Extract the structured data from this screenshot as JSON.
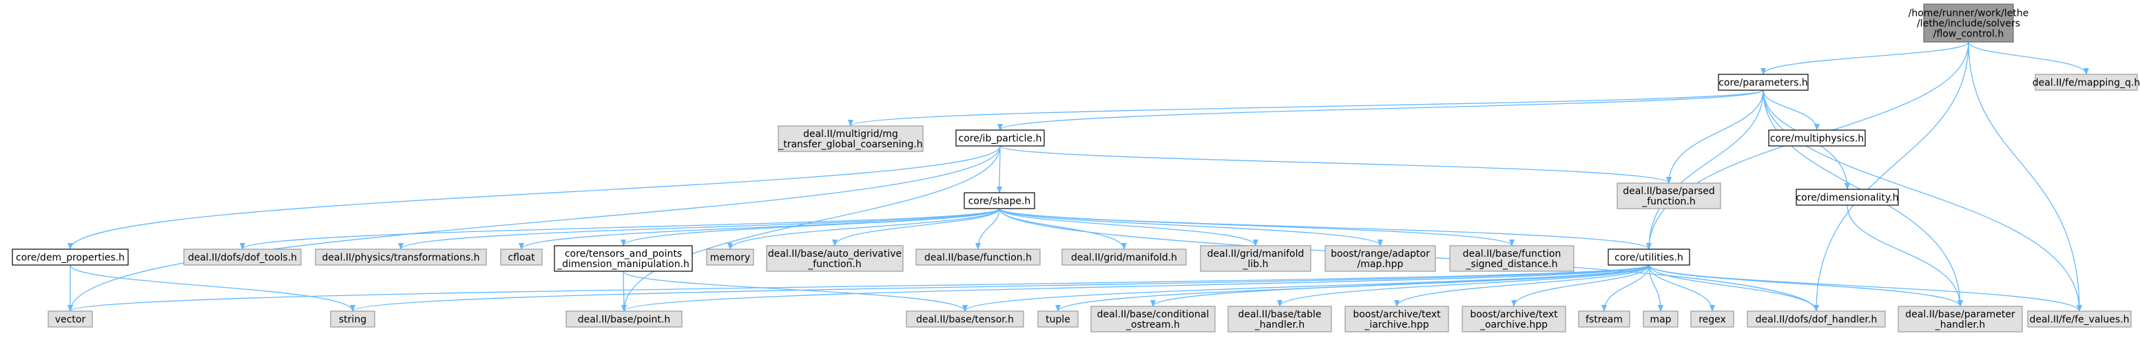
{
  "diagram": {
    "colors": {
      "edge": "#63b8ff",
      "root_fill": "#999999",
      "local_fill": "#ffffff",
      "external_fill": "#e0e0e0"
    },
    "nodes": [
      {
        "id": "root",
        "kind": "root",
        "lines": [
          "/home/runner/work/lethe",
          "/lethe/include/solvers",
          "/flow_control.h"
        ]
      },
      {
        "id": "parameters",
        "kind": "local",
        "lines": [
          "core/parameters.h"
        ]
      },
      {
        "id": "mapping_q",
        "kind": "ext",
        "lines": [
          "deal.II/fe/mapping_q.h"
        ]
      },
      {
        "id": "mg_transfer",
        "kind": "ext",
        "lines": [
          "deal.II/multigrid/mg",
          "_transfer_global_coarsening.h"
        ]
      },
      {
        "id": "ib_particle",
        "kind": "local",
        "lines": [
          "core/ib_particle.h"
        ]
      },
      {
        "id": "multiphysics",
        "kind": "local",
        "lines": [
          "core/multiphysics.h"
        ]
      },
      {
        "id": "parsed_function",
        "kind": "ext",
        "lines": [
          "deal.II/base/parsed",
          "_function.h"
        ]
      },
      {
        "id": "dimensionality",
        "kind": "local",
        "lines": [
          "core/dimensionality.h"
        ]
      },
      {
        "id": "shape",
        "kind": "local",
        "lines": [
          "core/shape.h"
        ]
      },
      {
        "id": "dem_properties",
        "kind": "local",
        "lines": [
          "core/dem_properties.h"
        ]
      },
      {
        "id": "dof_tools",
        "kind": "ext",
        "lines": [
          "deal.II/dofs/dof_tools.h"
        ]
      },
      {
        "id": "transformations",
        "kind": "ext",
        "lines": [
          "deal.II/physics/transformations.h"
        ]
      },
      {
        "id": "cfloat",
        "kind": "ext",
        "lines": [
          "cfloat"
        ]
      },
      {
        "id": "tensors_points",
        "kind": "local",
        "lines": [
          "core/tensors_and_points",
          "_dimension_manipulation.h"
        ]
      },
      {
        "id": "memory",
        "kind": "ext",
        "lines": [
          "memory"
        ]
      },
      {
        "id": "auto_derivative",
        "kind": "ext",
        "lines": [
          "deal.II/base/auto_derivative",
          "_function.h"
        ]
      },
      {
        "id": "function",
        "kind": "ext",
        "lines": [
          "deal.II/base/function.h"
        ]
      },
      {
        "id": "manifold",
        "kind": "ext",
        "lines": [
          "deal.II/grid/manifold.h"
        ]
      },
      {
        "id": "manifold_lib",
        "kind": "ext",
        "lines": [
          "deal.II/grid/manifold",
          "_lib.h"
        ]
      },
      {
        "id": "range_adaptor",
        "kind": "ext",
        "lines": [
          "boost/range/adaptor",
          "/map.hpp"
        ]
      },
      {
        "id": "signed_distance",
        "kind": "ext",
        "lines": [
          "deal.II/base/function",
          "_signed_distance.h"
        ]
      },
      {
        "id": "utilities",
        "kind": "local",
        "lines": [
          "core/utilities.h"
        ]
      },
      {
        "id": "vector",
        "kind": "ext",
        "lines": [
          "vector"
        ]
      },
      {
        "id": "string",
        "kind": "ext",
        "lines": [
          "string"
        ]
      },
      {
        "id": "point",
        "kind": "ext",
        "lines": [
          "deal.II/base/point.h"
        ]
      },
      {
        "id": "tensor",
        "kind": "ext",
        "lines": [
          "deal.II/base/tensor.h"
        ]
      },
      {
        "id": "tuple",
        "kind": "ext",
        "lines": [
          "tuple"
        ]
      },
      {
        "id": "cond_ostream",
        "kind": "ext",
        "lines": [
          "deal.II/base/conditional",
          "_ostream.h"
        ]
      },
      {
        "id": "table_handler",
        "kind": "ext",
        "lines": [
          "deal.II/base/table",
          "_handler.h"
        ]
      },
      {
        "id": "text_iarchive",
        "kind": "ext",
        "lines": [
          "boost/archive/text",
          "_iarchive.hpp"
        ]
      },
      {
        "id": "text_oarchive",
        "kind": "ext",
        "lines": [
          "boost/archive/text",
          "_oarchive.hpp"
        ]
      },
      {
        "id": "fstream",
        "kind": "ext",
        "lines": [
          "fstream"
        ]
      },
      {
        "id": "map",
        "kind": "ext",
        "lines": [
          "map"
        ]
      },
      {
        "id": "regex",
        "kind": "ext",
        "lines": [
          "regex"
        ]
      },
      {
        "id": "dof_handler",
        "kind": "ext",
        "lines": [
          "deal.II/dofs/dof_handler.h"
        ]
      },
      {
        "id": "parameter_handler",
        "kind": "ext",
        "lines": [
          "deal.II/base/parameter",
          "_handler.h"
        ]
      },
      {
        "id": "fe_values",
        "kind": "ext",
        "lines": [
          "deal.II/fe/fe_values.h"
        ]
      }
    ],
    "edges": [
      [
        "root",
        "parameters"
      ],
      [
        "root",
        "mapping_q"
      ],
      [
        "root",
        "utilities"
      ],
      [
        "root",
        "dof_handler"
      ],
      [
        "root",
        "fe_values"
      ],
      [
        "parameters",
        "mg_transfer"
      ],
      [
        "parameters",
        "ib_particle"
      ],
      [
        "parameters",
        "multiphysics"
      ],
      [
        "parameters",
        "parsed_function"
      ],
      [
        "parameters",
        "dimensionality"
      ],
      [
        "parameters",
        "utilities"
      ],
      [
        "parameters",
        "parameter_handler"
      ],
      [
        "parameters",
        "fe_values"
      ],
      [
        "ib_particle",
        "shape"
      ],
      [
        "ib_particle",
        "dem_properties"
      ],
      [
        "ib_particle",
        "parsed_function"
      ],
      [
        "ib_particle",
        "vector"
      ],
      [
        "ib_particle",
        "point"
      ],
      [
        "dimensionality",
        "parameter_handler"
      ],
      [
        "shape",
        "dof_tools"
      ],
      [
        "shape",
        "transformations"
      ],
      [
        "shape",
        "cfloat"
      ],
      [
        "shape",
        "tensors_points"
      ],
      [
        "shape",
        "memory"
      ],
      [
        "shape",
        "auto_derivative"
      ],
      [
        "shape",
        "function"
      ],
      [
        "shape",
        "manifold"
      ],
      [
        "shape",
        "manifold_lib"
      ],
      [
        "shape",
        "range_adaptor"
      ],
      [
        "shape",
        "signed_distance"
      ],
      [
        "shape",
        "utilities"
      ],
      [
        "shape",
        "dof_handler"
      ],
      [
        "dem_properties",
        "vector"
      ],
      [
        "dem_properties",
        "string"
      ],
      [
        "tensors_points",
        "point"
      ],
      [
        "tensors_points",
        "tensor"
      ],
      [
        "utilities",
        "vector"
      ],
      [
        "utilities",
        "string"
      ],
      [
        "utilities",
        "point"
      ],
      [
        "utilities",
        "tensor"
      ],
      [
        "utilities",
        "tuple"
      ],
      [
        "utilities",
        "cond_ostream"
      ],
      [
        "utilities",
        "table_handler"
      ],
      [
        "utilities",
        "text_iarchive"
      ],
      [
        "utilities",
        "text_oarchive"
      ],
      [
        "utilities",
        "fstream"
      ],
      [
        "utilities",
        "map"
      ],
      [
        "utilities",
        "regex"
      ],
      [
        "utilities",
        "dof_handler"
      ],
      [
        "utilities",
        "parameter_handler"
      ],
      [
        "utilities",
        "fe_values"
      ]
    ]
  }
}
